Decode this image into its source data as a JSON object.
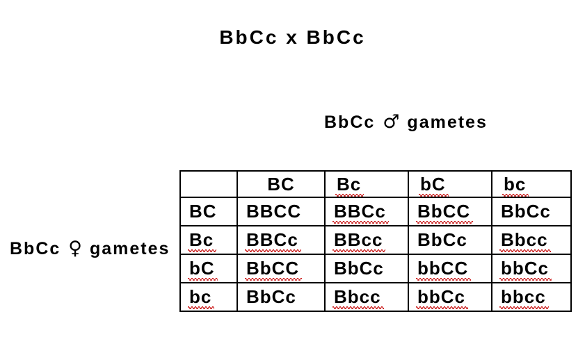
{
  "page": {
    "background": "#ffffff"
  },
  "colors": {
    "text": "#000000",
    "table_border": "#000000",
    "squiggle_red": "#cc2222",
    "background": "#ffffff"
  },
  "title": {
    "text": "BbCc x BbCc"
  },
  "labels": {
    "male": {
      "genotype": "BbCc",
      "symbol": "♂",
      "word": "gametes"
    },
    "female": {
      "genotype": "BbCc",
      "symbol": "♀",
      "word": "gametes"
    }
  },
  "punnett": {
    "corner": "",
    "col_headers": [
      {
        "text": "BC",
        "misspelled": false
      },
      {
        "text": "Bc",
        "misspelled": true
      },
      {
        "text": "bC",
        "misspelled": true
      },
      {
        "text": "bc",
        "misspelled": true
      }
    ],
    "rows": [
      {
        "header": {
          "text": "BC",
          "misspelled": false
        },
        "cells": [
          {
            "text": "BBCC",
            "misspelled": false
          },
          {
            "text": "BBCc",
            "misspelled": true
          },
          {
            "text": "BbCC",
            "misspelled": true
          },
          {
            "text": "BbCc",
            "misspelled": false
          }
        ]
      },
      {
        "header": {
          "text": "Bc",
          "misspelled": true
        },
        "cells": [
          {
            "text": "BBCc",
            "misspelled": true
          },
          {
            "text": "BBcc",
            "misspelled": true
          },
          {
            "text": "BbCc",
            "misspelled": false
          },
          {
            "text": "Bbcc",
            "misspelled": true
          }
        ]
      },
      {
        "header": {
          "text": "bC",
          "misspelled": true
        },
        "cells": [
          {
            "text": "BbCC",
            "misspelled": true
          },
          {
            "text": "BbCc",
            "misspelled": false
          },
          {
            "text": "bbCC",
            "misspelled": true
          },
          {
            "text": "bbCc",
            "misspelled": true
          }
        ]
      },
      {
        "header": {
          "text": "bc",
          "misspelled": true
        },
        "cells": [
          {
            "text": "BbCc",
            "misspelled": false
          },
          {
            "text": "Bbcc",
            "misspelled": true
          },
          {
            "text": "bbCc",
            "misspelled": true
          },
          {
            "text": "bbcc",
            "misspelled": true
          }
        ]
      }
    ]
  }
}
